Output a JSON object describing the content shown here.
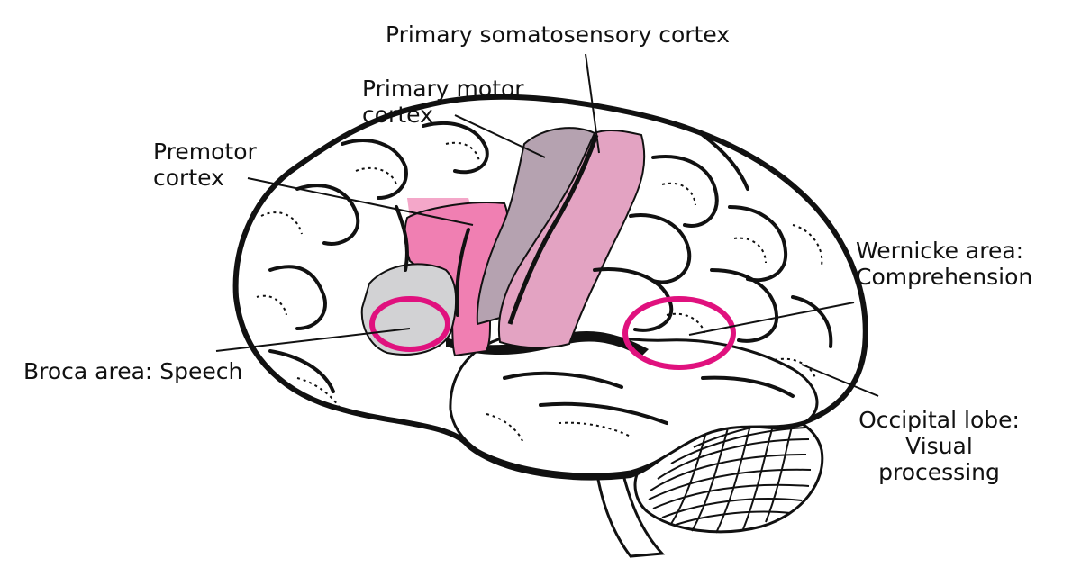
{
  "colors": {
    "background": "#ffffff",
    "outline": "#111111",
    "premotor": "#f07fb2",
    "premotor_light": "#f4a7c9",
    "motor": "#b5a2b0",
    "somatosensory": "#e3a3c2",
    "broca_fill": "#d2d2d4",
    "area_ring": "#e0117e"
  },
  "labels": {
    "somatosensory": "Primary somatosensory cortex",
    "motor_line1": "Primary motor",
    "motor_line2": "cortex",
    "premotor_line1": "Premotor",
    "premotor_line2": "cortex",
    "wernicke_line1": "Wernicke area:",
    "wernicke_line2": "Comprehension",
    "broca": "Broca area: Speech",
    "occipital_line1": "Occipital lobe:",
    "occipital_line2": "Visual",
    "occipital_line3": "processing"
  }
}
